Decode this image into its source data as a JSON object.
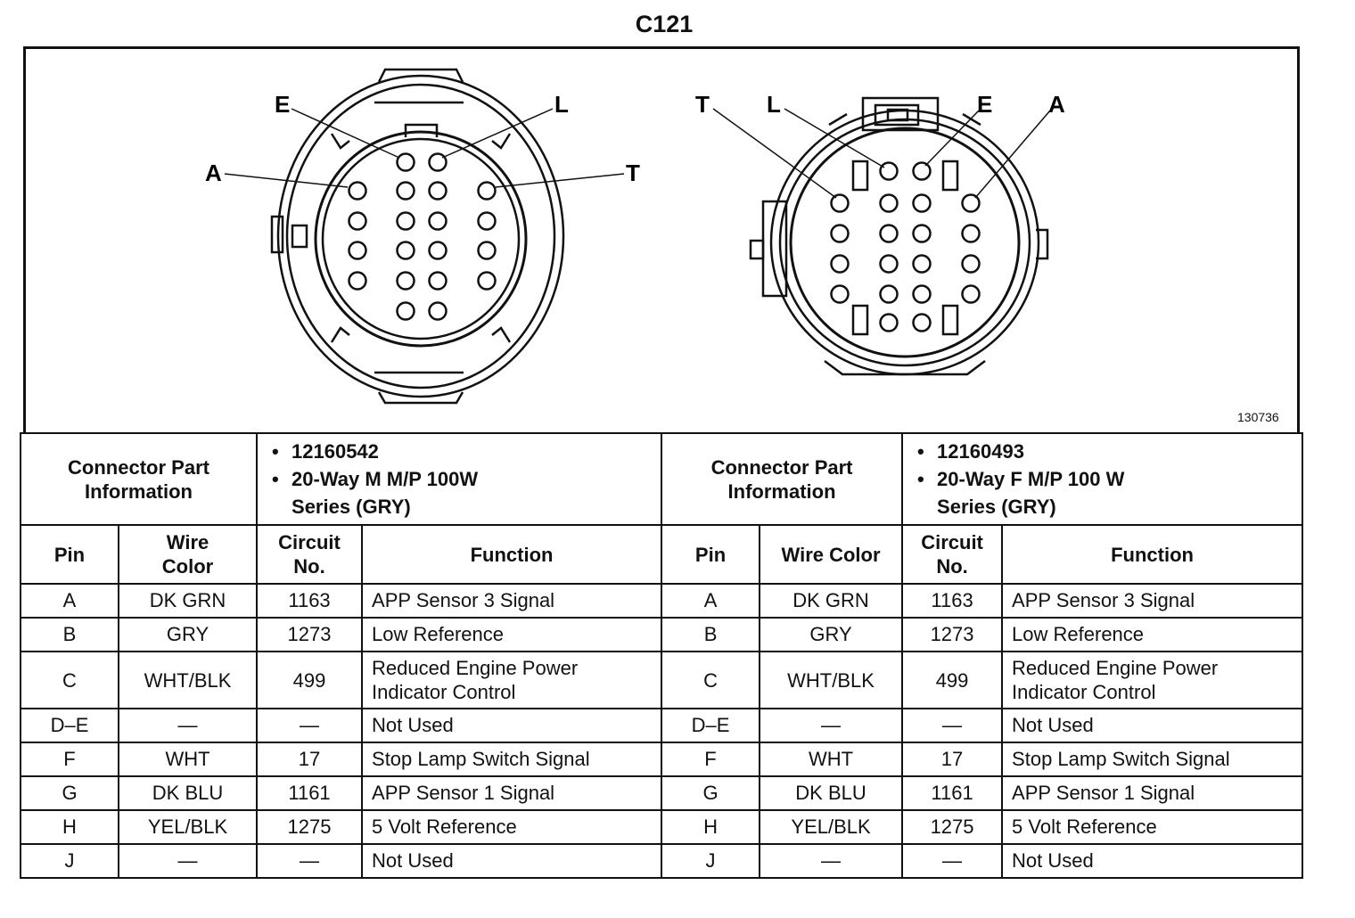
{
  "title": "C121",
  "figure_number": "130736",
  "left_connector": {
    "labels": {
      "E": "E",
      "L": "L",
      "A": "A",
      "T": "T"
    }
  },
  "right_connector": {
    "labels": {
      "T": "T",
      "L": "L",
      "E": "E",
      "A": "A"
    }
  },
  "table": {
    "left": {
      "part_info_label_1": "Connector Part",
      "part_info_label_2": "Information",
      "part_number": "12160542",
      "description_1": "20-Way M M/P 100W",
      "description_2": "Series (GRY)",
      "headers": {
        "pin": "Pin",
        "wire1": "Wire",
        "wire2": "Color",
        "circuit1": "Circuit",
        "circuit2": "No.",
        "function": "Function"
      }
    },
    "right": {
      "part_info_label_1": "Connector Part",
      "part_info_label_2": "Information",
      "part_number": "12160493",
      "description_1": "20-Way F M/P 100 W",
      "description_2": "Series (GRY)",
      "headers": {
        "pin": "Pin",
        "wire": "Wire Color",
        "circuit1": "Circuit",
        "circuit2": "No.",
        "function": "Function"
      }
    },
    "rows": [
      {
        "pin": "A",
        "wire": "DK GRN",
        "circuit": "1163",
        "function_1": "APP Sensor 3 Signal",
        "function_2": ""
      },
      {
        "pin": "B",
        "wire": "GRY",
        "circuit": "1273",
        "function_1": "Low Reference",
        "function_2": ""
      },
      {
        "pin": "C",
        "wire": "WHT/BLK",
        "circuit": "499",
        "function_1": "Reduced Engine Power",
        "function_2": "Indicator Control"
      },
      {
        "pin": "D–E",
        "wire": "—",
        "circuit": "—",
        "function_1": "Not Used",
        "function_2": ""
      },
      {
        "pin": "F",
        "wire": "WHT",
        "circuit": "17",
        "function_1": "Stop Lamp Switch Signal",
        "function_2": ""
      },
      {
        "pin": "G",
        "wire": "DK BLU",
        "circuit": "1161",
        "function_1": "APP Sensor 1 Signal",
        "function_2": ""
      },
      {
        "pin": "H",
        "wire": "YEL/BLK",
        "circuit": "1275",
        "function_1": "5 Volt Reference",
        "function_2": ""
      },
      {
        "pin": "J",
        "wire": "—",
        "circuit": "—",
        "function_1": "Not Used",
        "function_2": ""
      }
    ]
  }
}
